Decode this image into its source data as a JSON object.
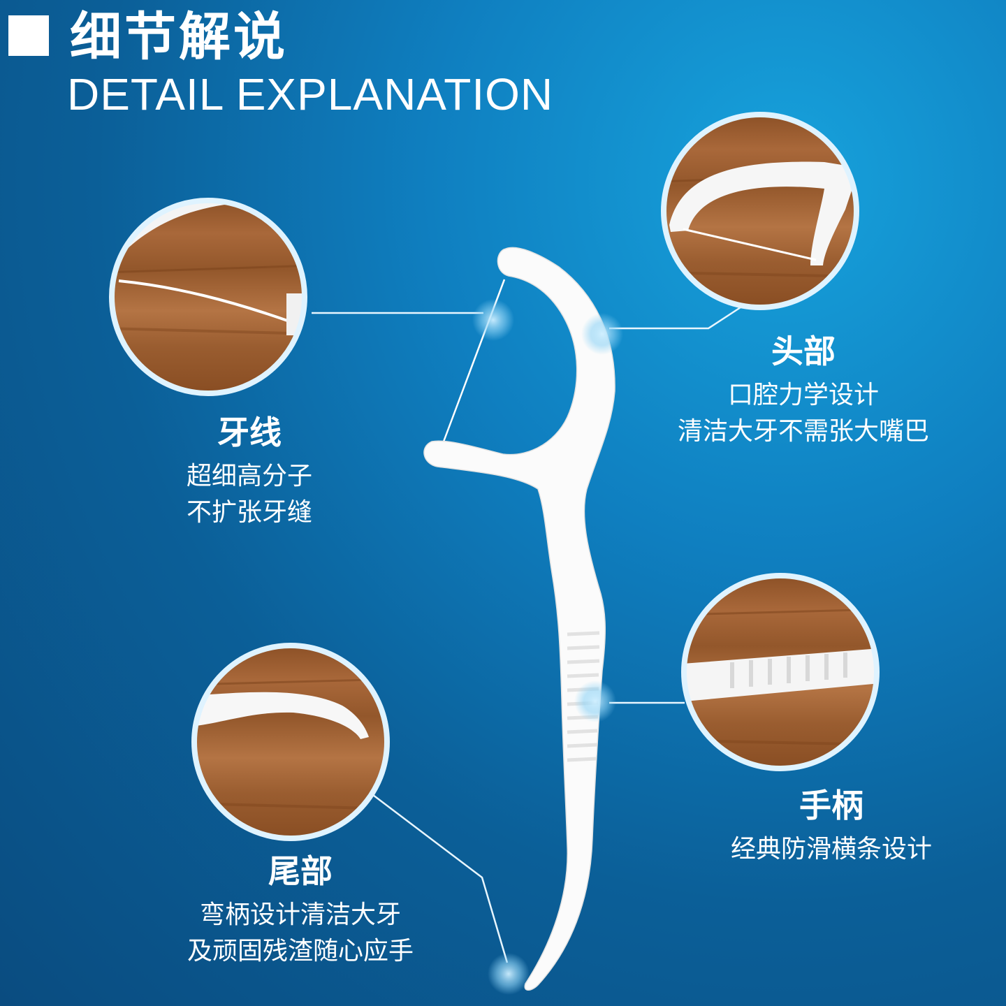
{
  "header": {
    "title_cn": "细节解说",
    "title_en": "DETAIL EXPLANATION"
  },
  "details": [
    {
      "title": "牙线",
      "lines": [
        "超细高分子",
        "不扩张牙缝"
      ]
    },
    {
      "title": "头部",
      "lines": [
        "口腔力学设计",
        "清洁大牙不需张大嘴巴"
      ]
    },
    {
      "title": "手柄",
      "lines": [
        "经典防滑横条设计"
      ]
    },
    {
      "title": "尾部",
      "lines": [
        "弯柄设计清洁大牙",
        "及顽固残渣随心应手"
      ]
    }
  ],
  "colors": {
    "background_center": "#17a2dc",
    "background_edge": "#0a4c80",
    "text": "#ffffff",
    "wood": "#9b5e2f",
    "pick": "#ffffff"
  }
}
